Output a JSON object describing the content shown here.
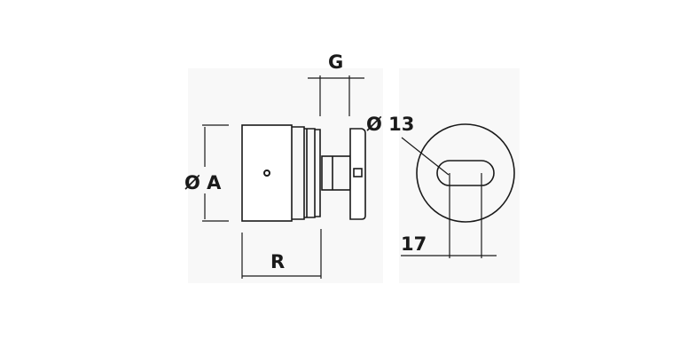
{
  "drawing": {
    "side_view": {
      "diameter_label": "Ø A",
      "length_label": "R",
      "gap_label": "G"
    },
    "end_view": {
      "slot_width_label": "Ø 13",
      "slot_length_label": "17"
    }
  },
  "colors": {
    "line": "#1a1a1a",
    "panel": "#f8f8f8"
  }
}
